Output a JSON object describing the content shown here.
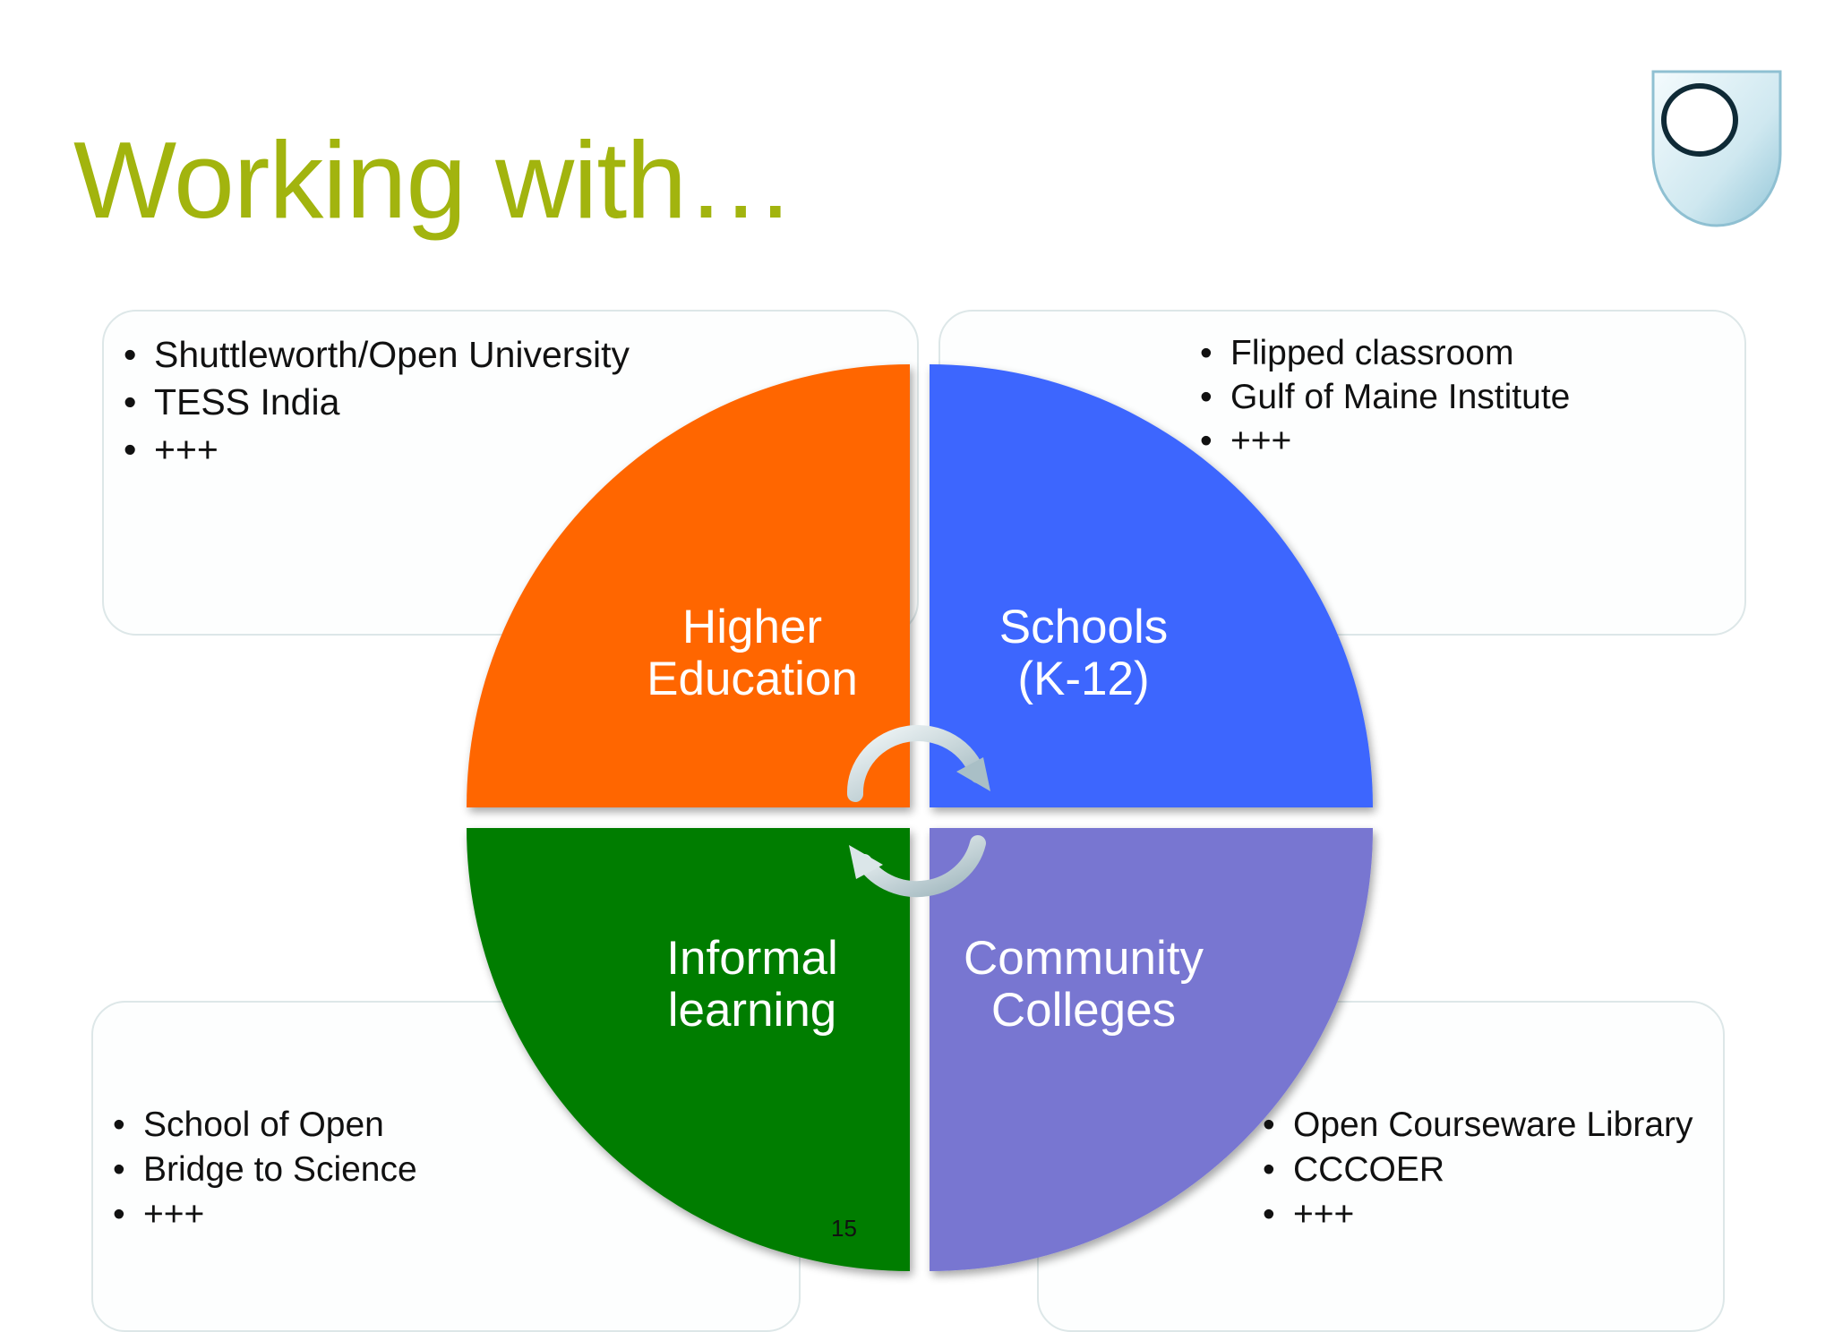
{
  "slide": {
    "title": "Working with…",
    "page_number": "15"
  },
  "quadrants": {
    "higher_education": {
      "line1": "Higher",
      "line2": "Education",
      "color": "#ff6600"
    },
    "schools": {
      "line1": "Schools",
      "line2": "(K-12)",
      "color": "#3d66fe"
    },
    "informal_learning": {
      "line1": "Informal",
      "line2": "learning",
      "color": "#057d04"
    },
    "community_colleges": {
      "line1": "Community",
      "line2": "Colleges",
      "color": "#7876d1"
    }
  },
  "lists": {
    "top_left": [
      "Shuttleworth/Open University",
      "TESS India",
      "+++"
    ],
    "top_right": [
      "Flipped classroom",
      "Gulf of Maine Institute",
      "+++"
    ],
    "bottom_left": [
      "School of Open",
      "Bridge to Science",
      "+++"
    ],
    "bottom_right": [
      "Open Courseware Library",
      "CCCOER",
      "+++"
    ]
  },
  "colors": {
    "title": "#a2b40e",
    "box_border": "#dde7e8",
    "logo_fill": "#cfe8f0",
    "arrow": "#b8c9cf"
  },
  "icons": {
    "logo": "open-university-shield-icon",
    "cycle_arrows": "curved-arrow-icon"
  }
}
